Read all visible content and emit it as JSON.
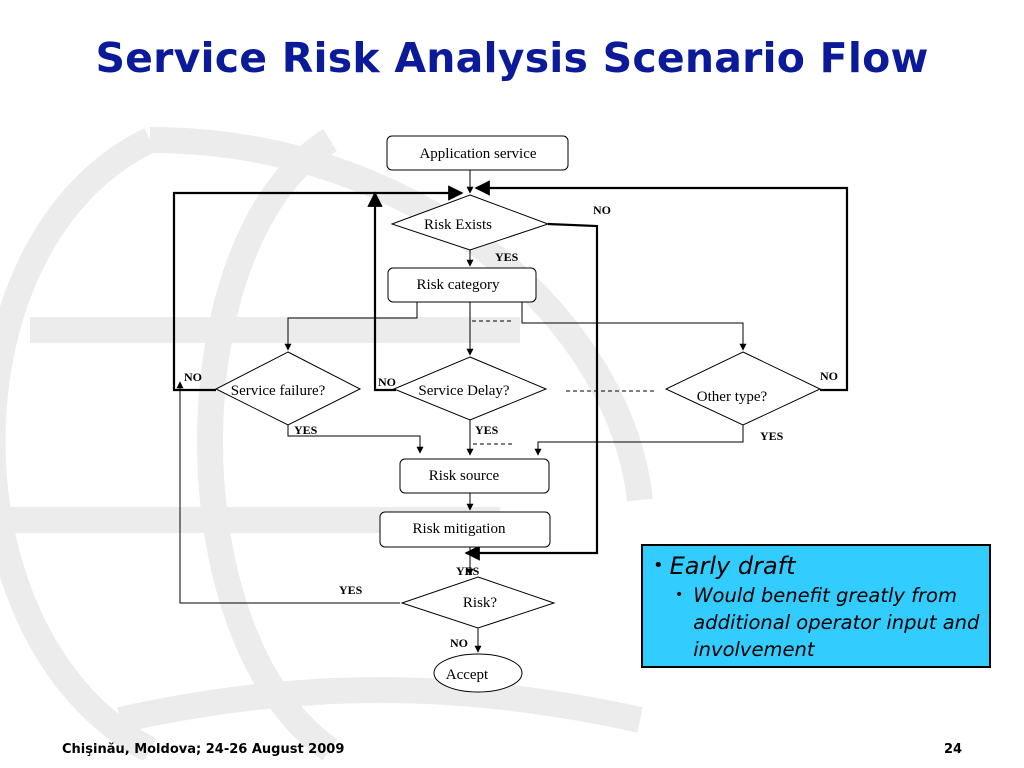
{
  "slide": {
    "title": "Service Risk Analysis Scenario Flow",
    "footer_left": "Chişinău, Moldova; 24-26 August 2009",
    "page_number": "24"
  },
  "flow": {
    "start": "Application service",
    "risk_exists": "Risk  Exists",
    "risk_category": "Risk  category",
    "service_failure": "Service failure?",
    "service_delay": "Service Delay?",
    "other_type": "Other type?",
    "risk_source": "Risk  source",
    "risk_mitigation": "Risk  mitigation",
    "risk": "Risk?",
    "accept": "Accept",
    "labels": {
      "no_risk_exists": "NO",
      "yes_risk_exists": "YES",
      "no_failure": "NO",
      "no_delay": "NO",
      "no_other": "NO",
      "yes_failure": "YES",
      "yes_delay": "YES",
      "yes_other": "YES",
      "yes_mitigation": "YES",
      "yes_risk": "YES",
      "no_risk": "NO"
    }
  },
  "note": {
    "bullet1": "Early draft",
    "bullet2": "Would benefit greatly from additional operator input and involvement"
  },
  "colors": {
    "title": "#0a1a99",
    "note_background": "#33ccff",
    "watermark": "#ececec"
  }
}
